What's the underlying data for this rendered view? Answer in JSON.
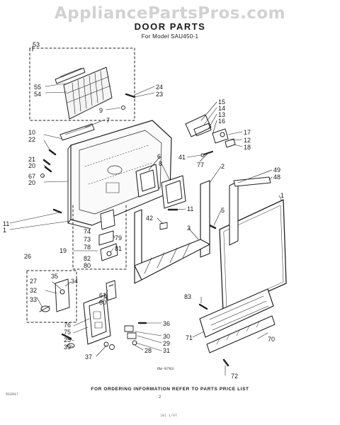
{
  "watermark": "AppliancePartsPros.com",
  "title": "DOOR PARTS",
  "subtitle": "For Model SAU450-1",
  "footer": "FOR ORDERING INFORMATION REFER TO PARTS PRICE LIST",
  "page_number": "2",
  "drawing_code": "DW-9783",
  "side_code": "5S2917",
  "bottom_code": "(W) 1/97",
  "callouts": {
    "c53": "53",
    "c55": "55",
    "c54": "54",
    "c24": "24",
    "c23": "23",
    "c9": "9",
    "c7": "7",
    "c10": "10",
    "c22": "22",
    "c21": "21",
    "c20a": "20",
    "c67": "67",
    "c20b": "20",
    "c15": "15",
    "c14": "14",
    "c13": "13",
    "c16": "16",
    "c17": "17",
    "c12": "12",
    "c18": "18",
    "c41": "41",
    "c77": "77",
    "c6": "6",
    "c8": "8",
    "c2": "2",
    "c49": "49",
    "c48": "48",
    "c1a": "1",
    "c11a": "11",
    "c1b": "1",
    "c11b": "11",
    "c42": "42",
    "c5": "5",
    "c3": "3",
    "c74": "74",
    "c73": "73",
    "c78": "78",
    "c79": "79",
    "c81": "81",
    "c19": "19",
    "c82": "82",
    "c80": "80",
    "c26": "26",
    "c27": "27",
    "c35": "35",
    "c34": "34",
    "c32": "32",
    "c33": "33",
    "c61": "61",
    "c60": "60",
    "c83": "83",
    "c36": "36",
    "c76": "76",
    "c75": "75",
    "c25": "25",
    "c39": "39",
    "c30": "30",
    "c29": "29",
    "c31": "31",
    "c28": "28",
    "c37": "37",
    "c71": "71",
    "c70": "70",
    "c72": "72"
  }
}
